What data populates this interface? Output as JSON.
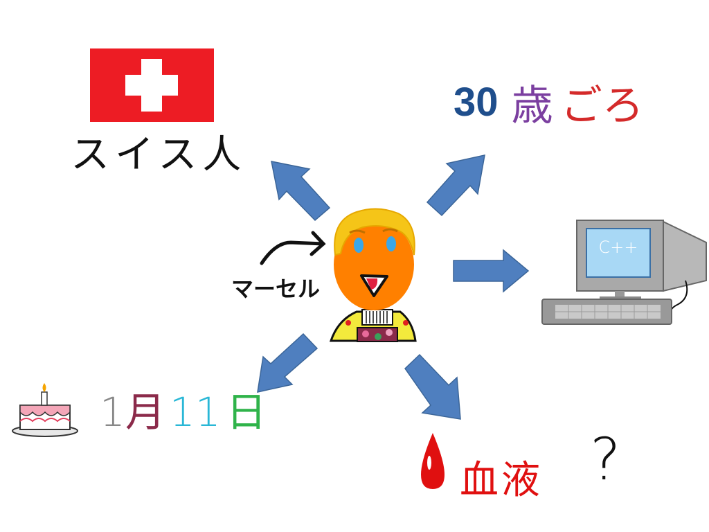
{
  "center": {
    "name": "マーセル"
  },
  "nationality": {
    "label": "スイス人"
  },
  "age": {
    "number": "30",
    "kanji": "歳",
    "suffix": "ごろ"
  },
  "computer": {
    "screen_text": "C++"
  },
  "birthday": {
    "month": "1",
    "month_kanji": "月",
    "day": "11",
    "day_kanji": "日"
  },
  "blood": {
    "label": "血液",
    "value": "?"
  },
  "colors": {
    "arrow": "#4f7fbf",
    "arrow_stroke": "#3b6598",
    "flag_red": "#ed1c24",
    "face": "#ff8000",
    "hair": "#f5c518",
    "age_number": "#1f4e8c",
    "age_kanji": "#7b3fa0",
    "age_go": "#d42a2a",
    "age_ro": "#2fb34a",
    "blood": "#e01010"
  },
  "icons": [
    "swiss-flag-icon",
    "computer-icon",
    "birthday-cake-icon",
    "blood-drop-icon",
    "curved-arrow-icon"
  ]
}
